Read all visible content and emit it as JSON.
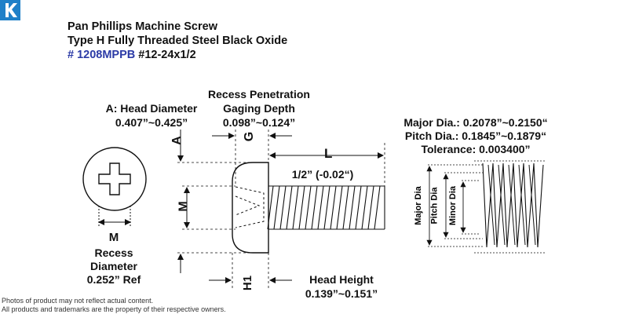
{
  "header": {
    "logo_letter": "K",
    "title_line1": "Pan Phillips Machine Screw",
    "title_line2": "Type H Fully Threaded Steel Black Oxide",
    "part_number": "# 1208MPPB",
    "size": "#12-24x1/2"
  },
  "dims": {
    "head_diameter_label": "A: Head Diameter",
    "head_diameter_value": "0.407”~0.425”",
    "recess_penetration_line1": "Recess Penetration",
    "recess_penetration_line2": "Gaging Depth",
    "recess_penetration_value": "0.098”~0.124”",
    "letter_a": "A",
    "letter_g": "G",
    "letter_l": "L",
    "letter_m_side": "M",
    "letter_m_top": "M",
    "letter_h1": "H1",
    "length_value": "1/2” (-0.02“)",
    "recess_diameter_line1": "Recess",
    "recess_diameter_line2": "Diameter",
    "recess_diameter_value": "0.252” Ref",
    "head_height_label": "Head Height",
    "head_height_value": "0.139”~0.151”"
  },
  "thread": {
    "major_dia": "Major Dia.: 0.2078”~0.2150“",
    "pitch_dia": "Pitch Dia.: 0.1845”~0.1879“",
    "tolerance": "Tolerance: 0.003400”",
    "major_label": "Major Dia",
    "pitch_label": "Pitch Dia",
    "minor_label": "Minor Dia"
  },
  "footer": {
    "line1": "Photos of product may not reflect actual content.",
    "line2": "All products and trademarks are the property of their respective owners."
  }
}
